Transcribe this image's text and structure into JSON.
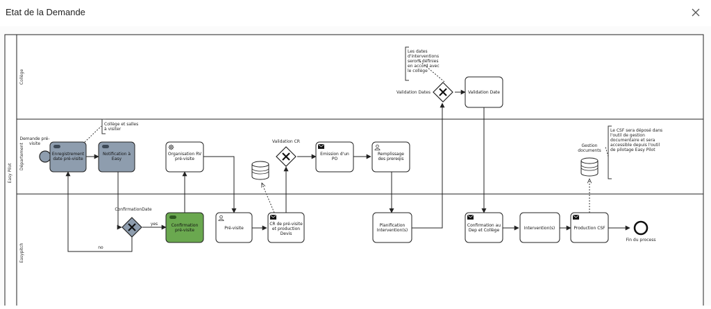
{
  "header": {
    "title": "Etat de la Demande"
  },
  "icons": {
    "close": "close-icon",
    "gear": "gear-icon",
    "envelope": "envelope-icon",
    "user": "user-icon",
    "database": "database-icon",
    "gateway": "x-gateway-icon"
  },
  "colors": {
    "task_gray": "#8e9dae",
    "task_green": "#6aa84f",
    "stroke": "#222222"
  },
  "pool": {
    "label": "Easy Pilot"
  },
  "lanes": {
    "college": "Collège",
    "departement": "Département",
    "easypitch": "Easypitch"
  },
  "events": {
    "start": [
      "Demande pré-",
      "visite"
    ],
    "end": "Fin du process"
  },
  "tasks": {
    "enregistrement": [
      "Enregistrement",
      "date pré-visite"
    ],
    "notification": [
      "Notification à",
      "Easy"
    ],
    "organisation": [
      "Organisation RV",
      "pré-visite"
    ],
    "confirmation_pv": [
      "Confirmation",
      "pré-visite"
    ],
    "previsite": [
      "Pré-visite"
    ],
    "cr_previsite": [
      "CR de pré-visite",
      "et production",
      "Devis"
    ],
    "emission_po": [
      "Emission d'un",
      "PO"
    ],
    "remplissage": [
      "Remplissage",
      "des prereqis"
    ],
    "planification": [
      "Planification",
      "Intervention(s)"
    ],
    "validation_date": [
      "Validation Date"
    ],
    "confirmation_dep": [
      "Confirmation au",
      "Dep et Collège"
    ],
    "interventions": [
      "Intervention(s)"
    ],
    "production_csf": [
      "Production CSF"
    ]
  },
  "gateways": {
    "confirmation_date": "ConfirmationDate",
    "validation_cr": "Validation CR",
    "validation_dates": "Validation Dates"
  },
  "flow_labels": {
    "yes": "yes",
    "no": "no"
  },
  "data_stores": {
    "gestion": [
      "Gestion",
      "documents"
    ]
  },
  "annotations": {
    "college_salles": [
      "Collège et salles",
      "à visiter"
    ],
    "dates": [
      "Les dates",
      "d'interventions",
      "seront définies",
      "en accord avec",
      "le collège"
    ],
    "csf": [
      "Le CSF sera déposé dans",
      "l'outil de gestion",
      "documentaire et sera",
      "accessible depuis l'outil",
      "de pilotage Easy Pilot"
    ]
  }
}
